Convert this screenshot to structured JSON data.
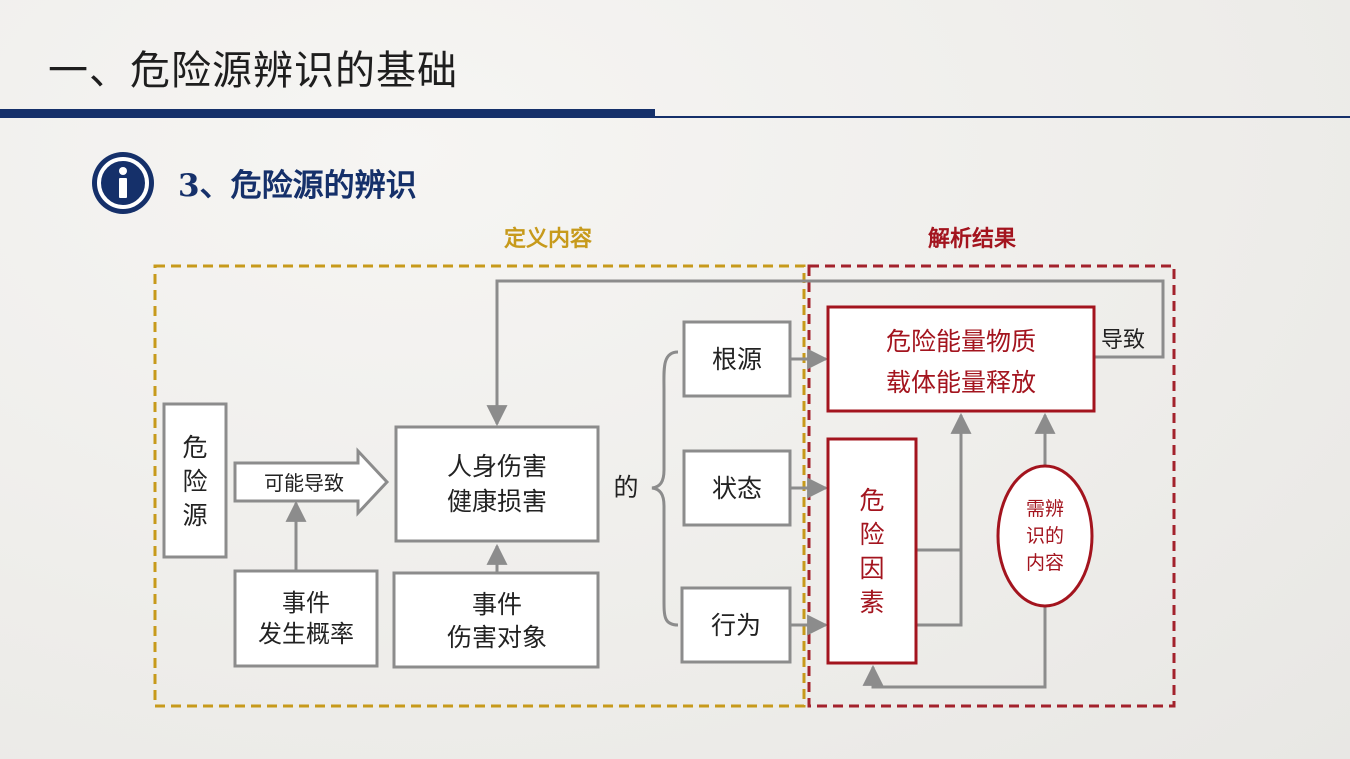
{
  "header": {
    "title": "一、危险源辨识的基础",
    "subtitle": "3、危险源的辨识"
  },
  "sections": {
    "definition_label": "定义内容",
    "analysis_label": "解析结果"
  },
  "diagram": {
    "hazard_source": [
      "危",
      "险",
      "源"
    ],
    "may_cause": "可能导致",
    "harm": [
      "人身伤害",
      "健康损害"
    ],
    "probability": [
      "事件",
      "发生概率"
    ],
    "target": [
      "事件",
      "伤害对象"
    ],
    "de": "的",
    "root": "根源",
    "state": "状态",
    "behavior": "行为",
    "energy": [
      "危险能量物质",
      "载体能量释放"
    ],
    "lead_to": "导致",
    "factor": [
      "危",
      "险",
      "因",
      "素"
    ],
    "to_identify": [
      "需辨",
      "识的",
      "内容"
    ]
  },
  "colors": {
    "navy": "#15306a",
    "gold_dashed": "#c79a1b",
    "red_dashed": "#a3222c",
    "red_box": "#a3141e",
    "gray": "#8c8c8c",
    "text": "#222222"
  }
}
